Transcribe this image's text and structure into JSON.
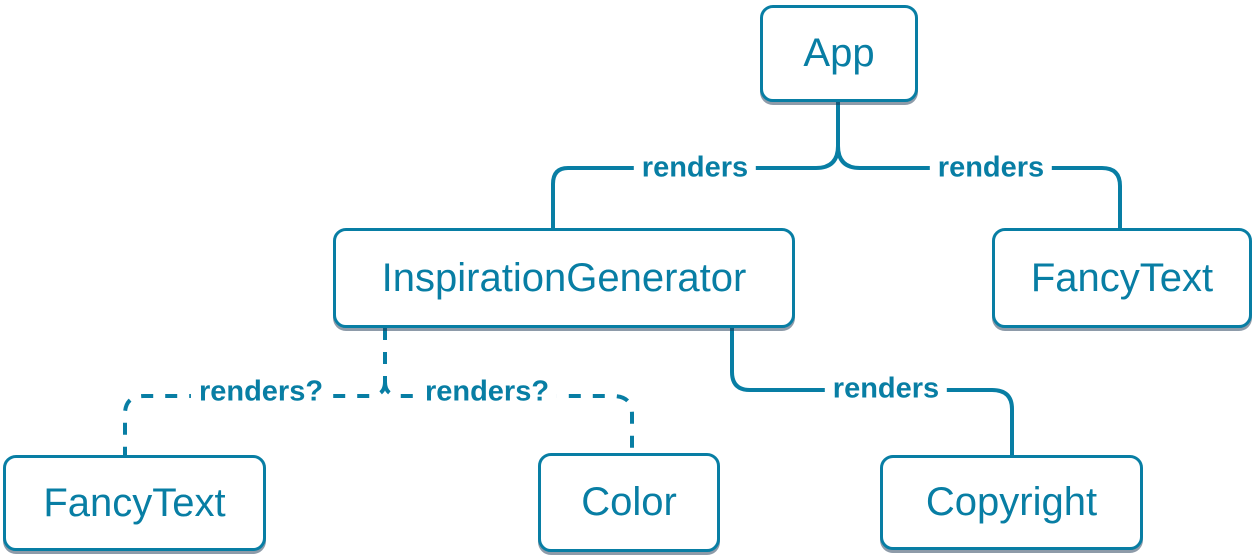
{
  "diagram": {
    "kind": "react-component-render-tree",
    "accent_color": "#087ea4",
    "background_color": "#ffffff",
    "nodes": [
      {
        "id": "app",
        "label": "App"
      },
      {
        "id": "inspiration-generator",
        "label": "InspirationGenerator"
      },
      {
        "id": "fancy-text-top",
        "label": "FancyText"
      },
      {
        "id": "fancy-text-bottom",
        "label": "FancyText"
      },
      {
        "id": "color",
        "label": "Color"
      },
      {
        "id": "copyright",
        "label": "Copyright"
      }
    ],
    "edges": [
      {
        "from": "App",
        "to": "InspirationGenerator",
        "label": "renders",
        "style": "solid"
      },
      {
        "from": "App",
        "to": "FancyText",
        "label": "renders",
        "style": "solid"
      },
      {
        "from": "InspirationGenerator",
        "to": "FancyText",
        "label": "renders?",
        "style": "dashed"
      },
      {
        "from": "InspirationGenerator",
        "to": "Color",
        "label": "renders?",
        "style": "dashed"
      },
      {
        "from": "InspirationGenerator",
        "to": "Copyright",
        "label": "renders",
        "style": "solid"
      }
    ]
  }
}
